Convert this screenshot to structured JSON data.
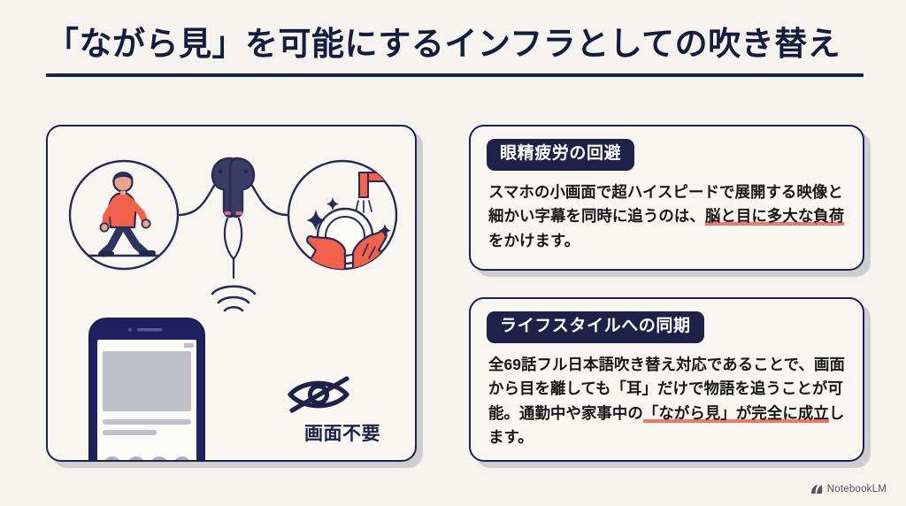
{
  "slide": {
    "background_color": "#F4F3EE",
    "title": "「ながら見」を可能にするインフラとしての吹き替え",
    "title_color": "#161B40",
    "rule_color": "#1B2048"
  },
  "illustration": {
    "caption": "画面不要",
    "caption_color": "#1E2248",
    "eye_off_icon": "eye-off-icon",
    "scene_left": "walking-person-circle",
    "scene_center": "wireless-earbuds",
    "scene_right": "dishwashing-hands-circle",
    "device": "smartphone-mockup",
    "signal": "sound-waves",
    "accent_color": "#F2614C",
    "navy_color": "#2A2B55",
    "screen_gray": "#BFC0C9"
  },
  "cards": [
    {
      "badge": "眼精疲労の回避",
      "body_parts": [
        {
          "text": "スマホの小画面で超ハイスピードで展開する映像と細かい字幕を同時に追うのは、",
          "highlight": false
        },
        {
          "text": "脳と目に多大な負荷",
          "highlight": true
        },
        {
          "text": "をかけます。",
          "highlight": false
        }
      ]
    },
    {
      "badge": "ライフスタイルへの同期",
      "body_parts": [
        {
          "text": "全69話フル日本語吹き替え対応であることで、画面から目を離しても「耳」だけで物語を追うことが可能。通勤中や家事中の",
          "highlight": false
        },
        {
          "text": "「ながら見」が完全に成立",
          "highlight": true
        },
        {
          "text": "します。",
          "highlight": false
        }
      ]
    }
  ],
  "watermark": {
    "label": "NotebookLM",
    "icon": "notebooklm-logo-icon"
  }
}
